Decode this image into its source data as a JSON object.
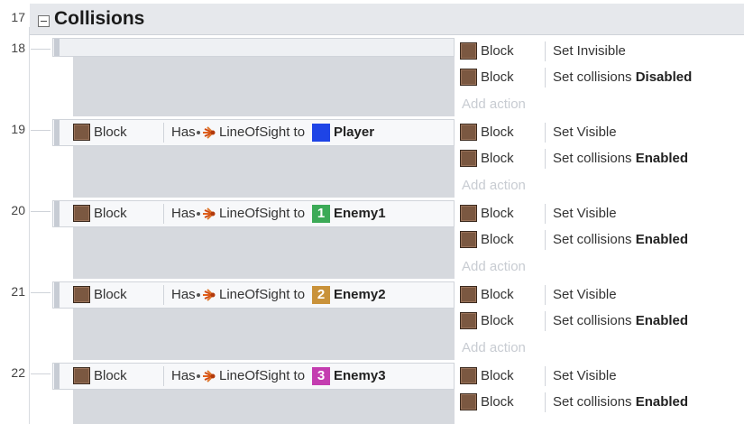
{
  "group": {
    "line": "17",
    "title": "Collisions"
  },
  "events": [
    {
      "line": "18",
      "condition": null,
      "actions": [
        {
          "object": "Block",
          "text": "Set Invisible",
          "bold": ""
        },
        {
          "object": "Block",
          "text": "Set collisions ",
          "bold": "Disabled"
        }
      ],
      "add_action": "Add action"
    },
    {
      "line": "19",
      "condition": {
        "object": "Block",
        "has": "Has",
        "behavior": "LineOfSight to",
        "target": "Player",
        "target_badge": "",
        "target_color": "#1e44e6"
      },
      "actions": [
        {
          "object": "Block",
          "text": "Set Visible",
          "bold": ""
        },
        {
          "object": "Block",
          "text": "Set collisions ",
          "bold": "Enabled"
        }
      ],
      "add_action": "Add action"
    },
    {
      "line": "20",
      "condition": {
        "object": "Block",
        "has": "Has",
        "behavior": "LineOfSight to",
        "target": "Enemy1",
        "target_badge": "1",
        "target_color": "#3caa57"
      },
      "actions": [
        {
          "object": "Block",
          "text": "Set Visible",
          "bold": ""
        },
        {
          "object": "Block",
          "text": "Set collisions ",
          "bold": "Enabled"
        }
      ],
      "add_action": "Add action"
    },
    {
      "line": "21",
      "condition": {
        "object": "Block",
        "has": "Has",
        "behavior": "LineOfSight to",
        "target": "Enemy2",
        "target_badge": "2",
        "target_color": "#c9923a"
      },
      "actions": [
        {
          "object": "Block",
          "text": "Set Visible",
          "bold": ""
        },
        {
          "object": "Block",
          "text": "Set collisions ",
          "bold": "Enabled"
        }
      ],
      "add_action": "Add action"
    },
    {
      "line": "22",
      "condition": {
        "object": "Block",
        "has": "Has",
        "behavior": "LineOfSight to",
        "target": "Enemy3",
        "target_badge": "3",
        "target_color": "#c43db0"
      },
      "actions": [
        {
          "object": "Block",
          "text": "Set Visible",
          "bold": ""
        },
        {
          "object": "Block",
          "text": "Set collisions ",
          "bold": "Enabled"
        }
      ]
    }
  ],
  "icons": {
    "object": "block-sprite-icon",
    "behavior": "line-of-sight-icon",
    "collapse": "collapse-minus-icon"
  }
}
